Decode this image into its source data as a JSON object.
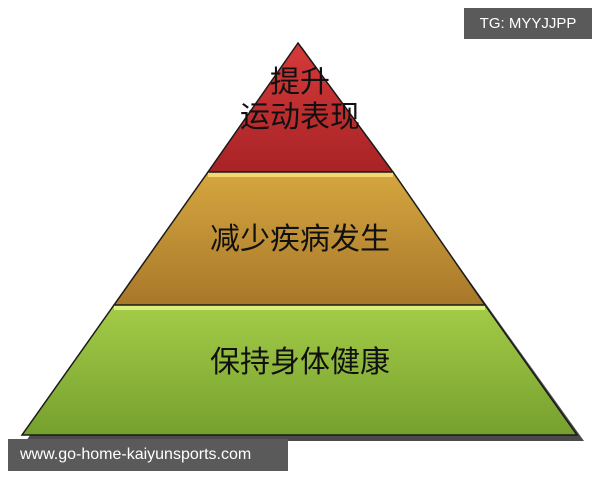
{
  "pyramid": {
    "levels": [
      {
        "position": "top",
        "text_line1": "提升",
        "text_line2": "运动表现",
        "color": "#b8292a"
      },
      {
        "position": "middle",
        "text": "减少疾病发生",
        "color": "#c8952e"
      },
      {
        "position": "bottom",
        "text": "保持身体健康",
        "color": "#8fb83a"
      }
    ]
  },
  "watermarks": {
    "tg": "TG: MYYJJPP",
    "url": "www.go-home-kaiyunsports.com"
  }
}
